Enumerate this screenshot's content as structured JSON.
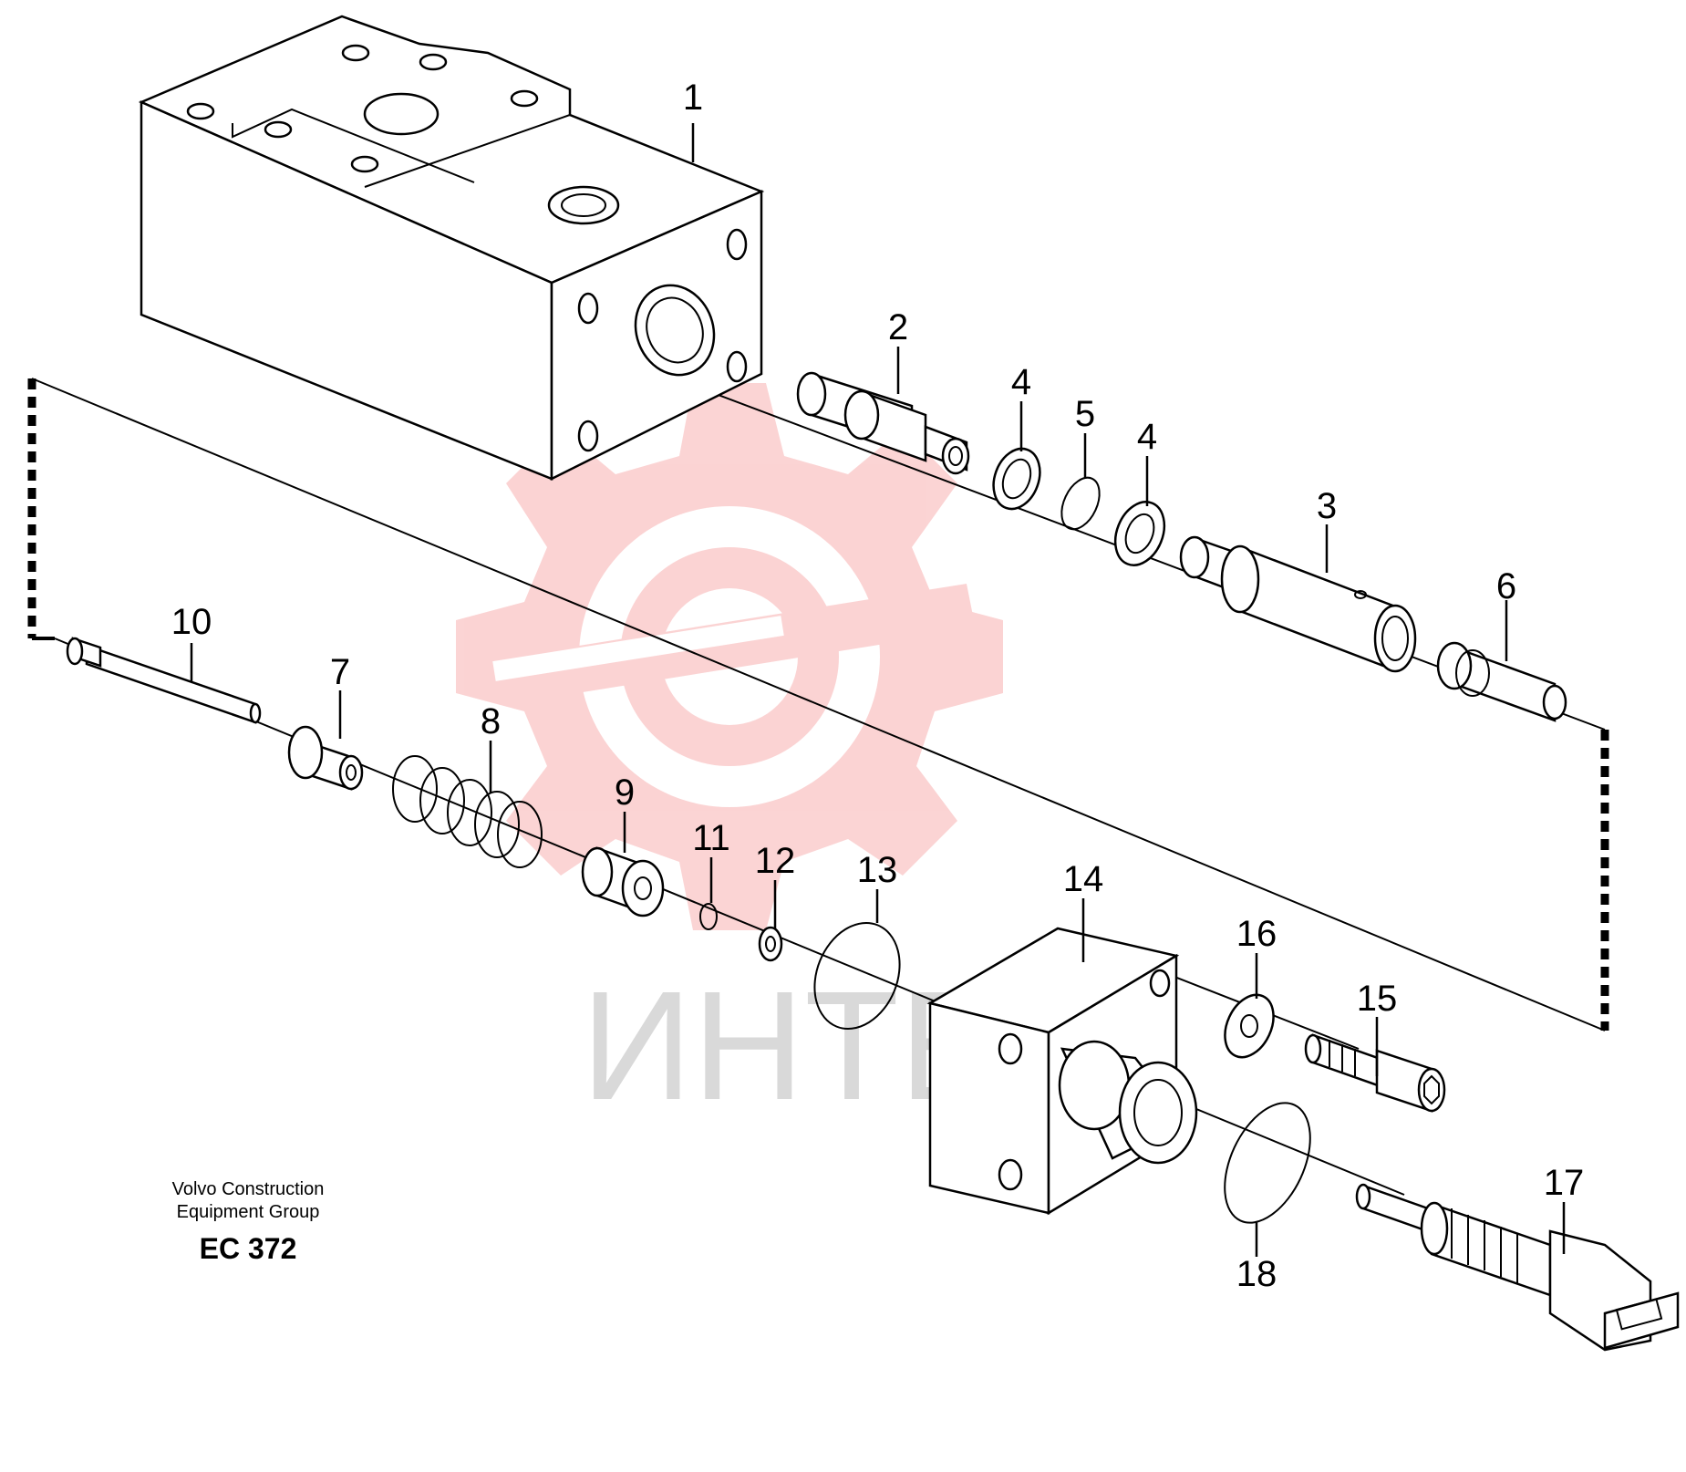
{
  "diagram": {
    "callouts": [
      {
        "id": "c1",
        "label": "1"
      },
      {
        "id": "c2",
        "label": "2"
      },
      {
        "id": "c4a",
        "label": "4"
      },
      {
        "id": "c5",
        "label": "5"
      },
      {
        "id": "c4b",
        "label": "4"
      },
      {
        "id": "c3",
        "label": "3"
      },
      {
        "id": "c6",
        "label": "6"
      },
      {
        "id": "c10",
        "label": "10"
      },
      {
        "id": "c7",
        "label": "7"
      },
      {
        "id": "c8",
        "label": "8"
      },
      {
        "id": "c9",
        "label": "9"
      },
      {
        "id": "c11",
        "label": "11"
      },
      {
        "id": "c12",
        "label": "12"
      },
      {
        "id": "c13",
        "label": "13"
      },
      {
        "id": "c14",
        "label": "14"
      },
      {
        "id": "c16",
        "label": "16"
      },
      {
        "id": "c15",
        "label": "15"
      },
      {
        "id": "c17",
        "label": "17"
      },
      {
        "id": "c18",
        "label": "18"
      }
    ],
    "footer": {
      "line1": "Volvo Construction",
      "line2": "Equipment Group",
      "code": "EC 372"
    },
    "watermark": {
      "text": "ИНТЕХ",
      "color": "#f28c8c"
    }
  }
}
